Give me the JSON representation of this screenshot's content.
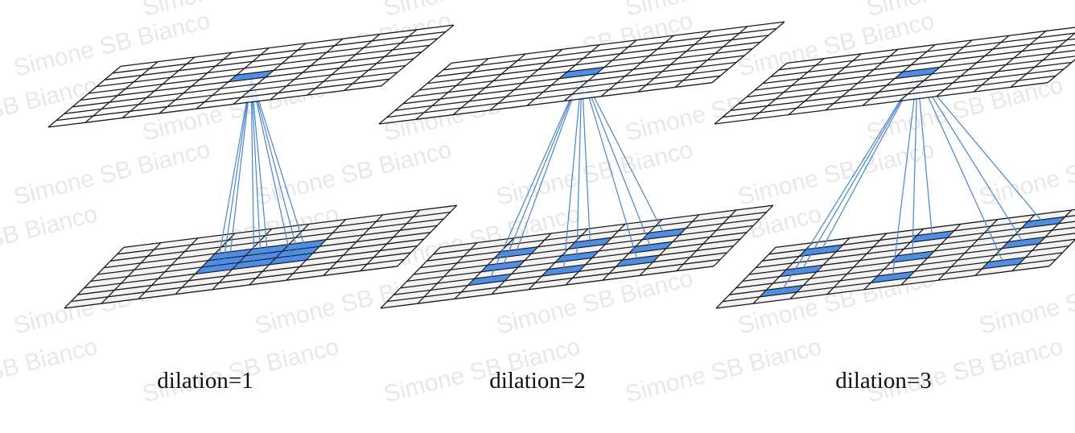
{
  "watermark_text": "Simone SB Bianco",
  "colors": {
    "background": "#ffffff",
    "grid_line": "#1a1a1a",
    "upper_plane_fill": "#ffffff",
    "lower_plane_fill": "#f3f3f3",
    "highlight": "#4f8ee6",
    "connection": "#4a86c9",
    "caption": "#111111"
  },
  "panels": [
    {
      "caption": "dilation=1",
      "dilation": 1
    },
    {
      "caption": "dilation=2",
      "dilation": 2
    },
    {
      "caption": "dilation=3",
      "dilation": 3
    }
  ]
}
